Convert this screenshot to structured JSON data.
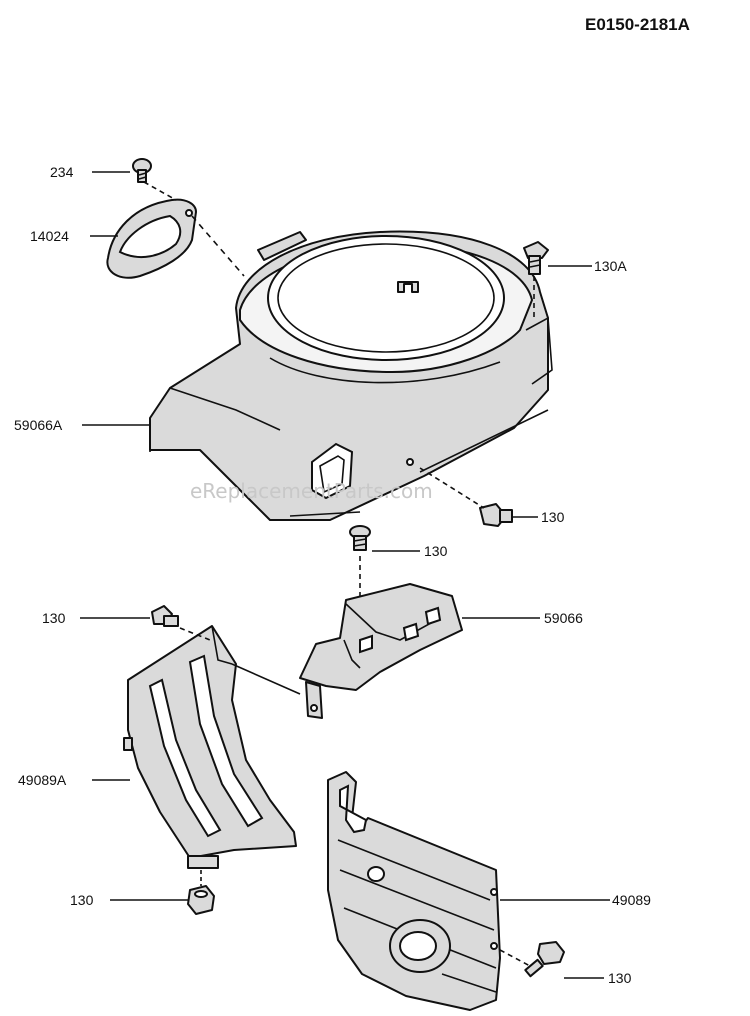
{
  "diagram_code": "E0150-2181A",
  "watermark": "eReplacementParts.com",
  "callouts": {
    "c234": "234",
    "c14024": "14024",
    "c130A": "130A",
    "c59066A": "59066A",
    "c130_housing": "130",
    "c130_bracket_bolt": "130",
    "c59066": "59066",
    "c130_baffle_bolt": "130",
    "c49089A": "49089A",
    "c130_baffle_nut": "130",
    "c49089": "49089",
    "c130_cover_bolt": "130"
  }
}
